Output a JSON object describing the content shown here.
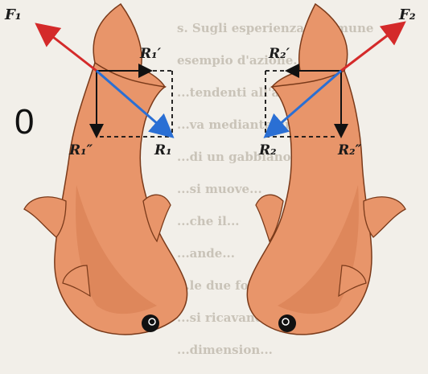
{
  "overlay_digit": "0",
  "labels": {
    "F1": "F₁",
    "F2": "F₂",
    "R1p": "R₁′",
    "R1pp": "R₁″",
    "R1": "R₁",
    "R2p": "R₂′",
    "R2pp": "R₂″",
    "R2": "R₂"
  },
  "background_text": [
    "s. Sugli esperienza è comune",
    "esempio d'azione...",
    "...tendenti all'azione",
    "...va mediante un...",
    "...di un gabbiano...",
    "...si muove...",
    "...che il...",
    "...ande...",
    "...le due forze...",
    "...si ricavano...",
    "...dimension..."
  ],
  "colors": {
    "fish_fill": "#e8956a",
    "fish_shade": "#d67b4f",
    "fish_outline": "#7a3a1a",
    "force_arrow": "#d42a2a",
    "resultant_arrow": "#2a6fd4",
    "component_line": "#111111",
    "paper": "#f2efe9"
  }
}
